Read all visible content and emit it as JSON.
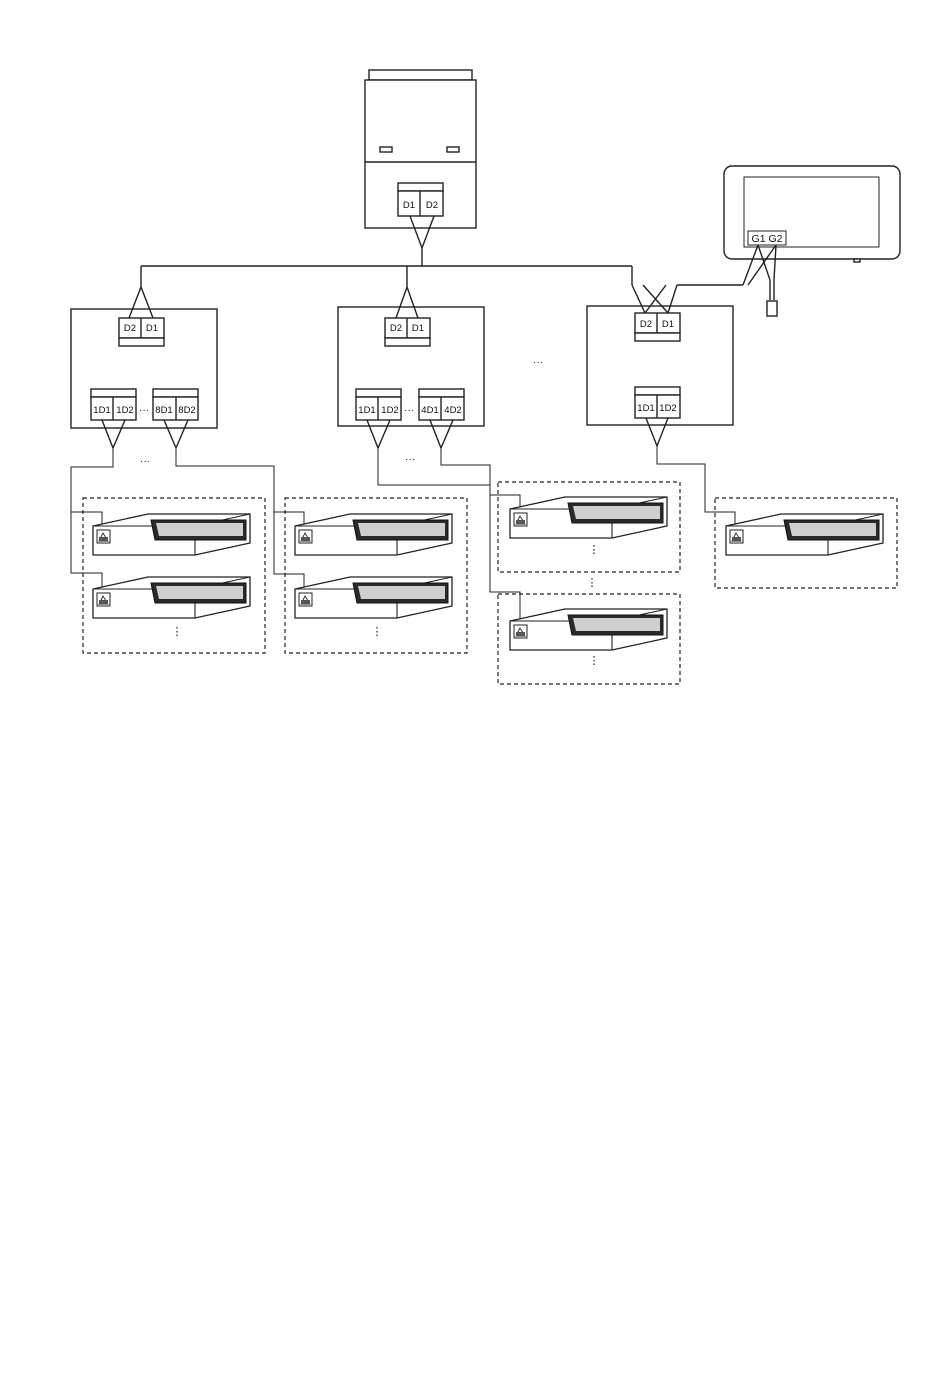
{
  "outdoor_unit": {
    "terminals": [
      "D1",
      "D2"
    ]
  },
  "controller": {
    "terminals": "G1 G2"
  },
  "gateways": [
    {
      "bus_terminals": [
        "D2",
        "D1"
      ],
      "port_first": [
        "1D1",
        "1D2"
      ],
      "port_last": [
        "8D1",
        "8D2"
      ],
      "ellipsis": "···"
    },
    {
      "bus_terminals": [
        "D2",
        "D1"
      ],
      "port_first": [
        "1D1",
        "1D2"
      ],
      "port_last": [
        "4D1",
        "4D2"
      ],
      "ellipsis": "···"
    },
    {
      "bus_terminals": [
        "D2",
        "D1"
      ],
      "port_first": [
        "1D1",
        "1D2"
      ]
    }
  ],
  "ellipses": {
    "between_gateways": "···",
    "below_gateway_1": "···",
    "below_gateway_2": "···",
    "vertical": "⋮"
  },
  "colors": {
    "line": "#222222",
    "grille": "#2a2a2a",
    "grille_face": "#cfcfcf",
    "background": "#ffffff"
  }
}
